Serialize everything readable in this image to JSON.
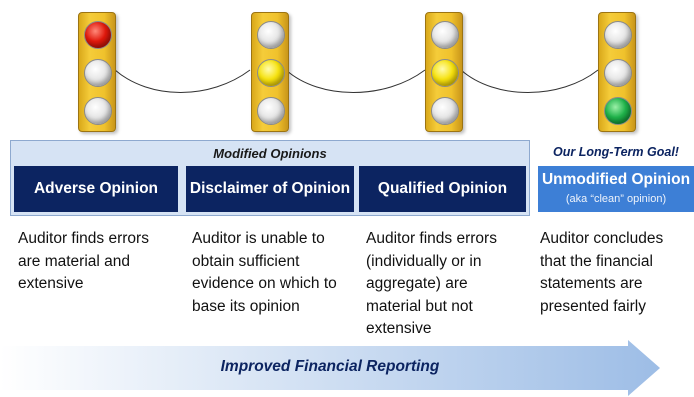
{
  "traffic_lights": [
    {
      "name": "adverse",
      "active_lamp": "top",
      "active_color": "red",
      "color_hex": "#e0180c"
    },
    {
      "name": "disclaimer",
      "active_lamp": "middle",
      "active_color": "yellow",
      "color_hex": "#f6e20f"
    },
    {
      "name": "qualified",
      "active_lamp": "middle",
      "active_color": "yellow",
      "color_hex": "#f6e20f"
    },
    {
      "name": "unmodified",
      "active_lamp": "bottom",
      "active_color": "green",
      "color_hex": "#1fb24a"
    }
  ],
  "modified": {
    "title": "Modified Opinions",
    "opinions": [
      {
        "label": "Adverse Opinion",
        "description": [
          "Auditor finds errors",
          "are material and",
          "extensive"
        ]
      },
      {
        "label": "Disclaimer of Opinion",
        "description": [
          "Auditor is unable to",
          "obtain sufficient",
          "evidence on which to",
          "base its opinion"
        ]
      },
      {
        "label": "Qualified Opinion",
        "description": [
          "Auditor finds errors",
          "(individually or in",
          "aggregate) are",
          "material but not",
          "extensive"
        ]
      }
    ]
  },
  "goal": {
    "title": "Our Long-Term Goal!",
    "label": "Unmodified Opinion",
    "sublabel": "(aka “clean” opinion)",
    "description": [
      "Auditor concludes",
      "that the financial",
      "statements are",
      "presented fairly"
    ]
  },
  "arrow": {
    "label": "Improved Financial Reporting"
  },
  "colors": {
    "navy": "#0c2461",
    "goal_blue": "#3d7fd6",
    "panel": "#d6e3f4"
  }
}
